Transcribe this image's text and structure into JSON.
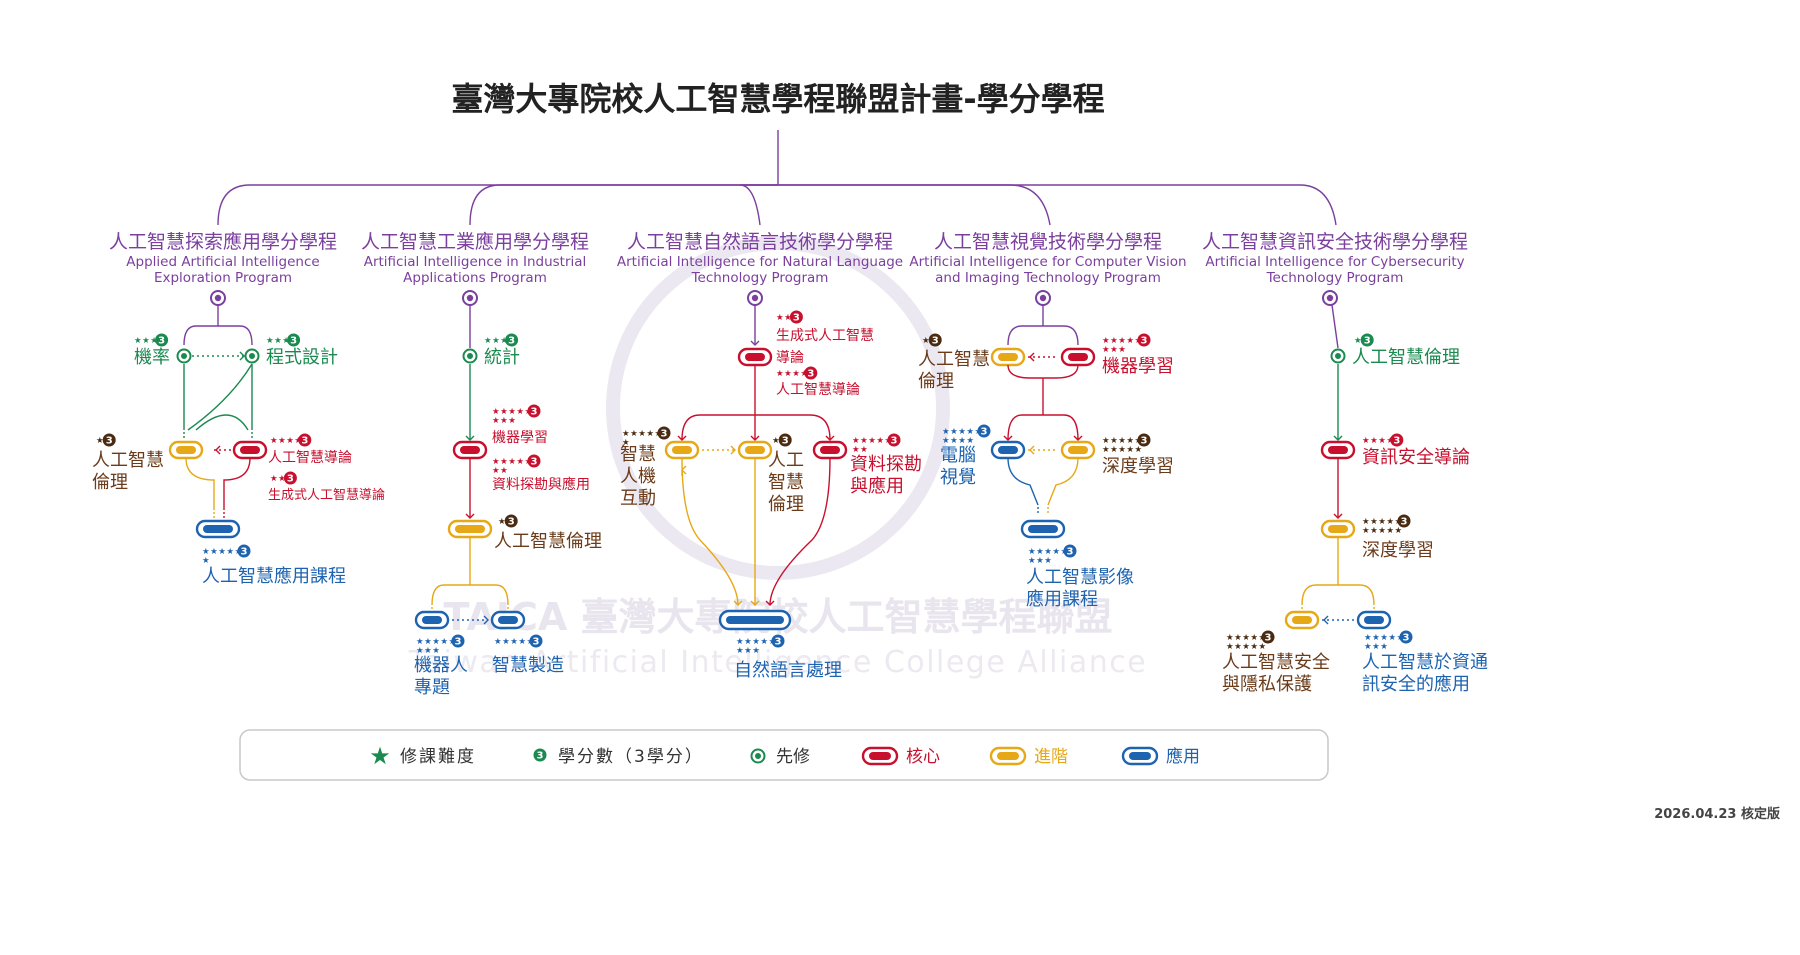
{
  "title": "臺灣大專院校人工智慧學程聯盟計畫-學分學程",
  "version_label": "2026.04.23 核定版",
  "watermark": {
    "line1": "TAICA 臺灣大專院校人工智慧學程聯盟",
    "line2": "Taiwan Artificial Intelligence College Alliance"
  },
  "colors": {
    "purple": "#7b3f9e",
    "green": "#1a8a4f",
    "core": "#c8102e",
    "advanced": "#e6a817",
    "applied": "#1e63b0",
    "brown": "#6b3b1a",
    "star": "#4a2a10",
    "grey_line": "#b8b8b8"
  },
  "programs": [
    {
      "title": "人工智慧探索應用學分學程",
      "en1": "Applied Artificial Intelligence",
      "en2": "Exploration Program",
      "courses": [
        {
          "id": "p1-prob",
          "name": "機率",
          "stars": "★★★",
          "credits": "3",
          "type": "prereq"
        },
        {
          "id": "p1-prog",
          "name": "程式設計",
          "stars": "★★★",
          "credits": "3",
          "type": "prereq"
        },
        {
          "id": "p1-ethics",
          "name_lines": [
            "人工智慧",
            "倫理"
          ],
          "stars": "★",
          "credits": "3",
          "type": "advanced"
        },
        {
          "id": "p1-intro",
          "name": "人工智慧導論",
          "stars": "★★★★",
          "credits": "3",
          "type": "core"
        },
        {
          "id": "p1-genai",
          "name": "生成式人工智慧導論",
          "stars": "★★",
          "credits": "3",
          "type": "core"
        },
        {
          "id": "p1-app",
          "name": "人工智慧應用課程",
          "stars_lines": [
            "★★★★★",
            "★"
          ],
          "credits": "3",
          "type": "applied"
        }
      ]
    },
    {
      "title": "人工智慧工業應用學分學程",
      "en1": "Artificial Intelligence in Industrial",
      "en2": "Applications Program",
      "courses": [
        {
          "id": "p2-stat",
          "name": "統計",
          "stars": "★★★",
          "credits": "3",
          "type": "prereq"
        },
        {
          "id": "p2-ml",
          "name": "機器學習",
          "stars_lines": [
            "★★★★★",
            "★★★"
          ],
          "credits": "3",
          "type": "core"
        },
        {
          "id": "p2-dm",
          "name": "資料探勘與應用",
          "stars_lines": [
            "★★★★★",
            "★★"
          ],
          "credits": "3",
          "type": "core"
        },
        {
          "id": "p2-ethics",
          "name": "人工智慧倫理",
          "stars": "★",
          "credits": "3",
          "type": "advanced"
        },
        {
          "id": "p2-robot",
          "name_lines": [
            "機器人",
            "專題"
          ],
          "stars_lines": [
            "★★★★★",
            "★★★"
          ],
          "credits": "3",
          "type": "applied"
        },
        {
          "id": "p2-smart",
          "name": "智慧製造",
          "stars": "★★★★★",
          "credits": "3",
          "type": "applied"
        }
      ]
    },
    {
      "title": "人工智慧自然語言技術學分學程",
      "en1": "Artificial Intelligence for Natural Language",
      "en2": "Technology Program",
      "courses": [
        {
          "id": "p3-genai",
          "name_lines": [
            "生成式人工智慧",
            "導論"
          ],
          "stars": "★★",
          "credits": "3",
          "type": "core"
        },
        {
          "id": "p3-intro",
          "name": "人工智慧導論",
          "stars": "★★★★",
          "credits": "3",
          "type": "core"
        },
        {
          "id": "p3-hci",
          "name_lines": [
            "智慧",
            "人機",
            "互動"
          ],
          "stars_lines": [
            "★★★★★",
            "★"
          ],
          "credits": "3",
          "type": "advanced"
        },
        {
          "id": "p3-ethics",
          "name_lines": [
            "人工",
            "智慧",
            "倫理"
          ],
          "stars": "★",
          "credits": "3",
          "type": "advanced"
        },
        {
          "id": "p3-dm",
          "name_lines": [
            "資料探勘",
            "與應用"
          ],
          "stars_lines": [
            "★★★★★",
            "★★"
          ],
          "credits": "3",
          "type": "core"
        },
        {
          "id": "p3-nlp",
          "name": "自然語言處理",
          "stars_lines": [
            "★★★★★",
            "★★★"
          ],
          "credits": "3",
          "type": "applied"
        }
      ]
    },
    {
      "title": "人工智慧視覺技術學分學程",
      "en1": "Artificial Intelligence for Computer Vision",
      "en2": "and Imaging Technology Program",
      "courses": [
        {
          "id": "p4-ethics",
          "name_lines": [
            "人工智慧",
            "倫理"
          ],
          "stars": "★",
          "credits": "3",
          "type": "advanced"
        },
        {
          "id": "p4-ml",
          "name": "機器學習",
          "stars_lines": [
            "★★★★★",
            "★★★"
          ],
          "credits": "3",
          "type": "core"
        },
        {
          "id": "p4-cv",
          "name_lines": [
            "電腦",
            "視覺"
          ],
          "stars_lines": [
            "★★★★★",
            "★★★★"
          ],
          "credits": "3",
          "type": "applied"
        },
        {
          "id": "p4-dl",
          "name": "深度學習",
          "stars_lines": [
            "★★★★★",
            "★★★★★"
          ],
          "credits": "3",
          "type": "advanced"
        },
        {
          "id": "p4-img",
          "name_lines": [
            "人工智慧影像",
            "應用課程"
          ],
          "stars_lines": [
            "★★★★★",
            "★★★"
          ],
          "credits": "3",
          "type": "applied"
        }
      ]
    },
    {
      "title": "人工智慧資訊安全技術學分學程",
      "en1": "Artificial Intelligence for Cybersecurity",
      "en2": "Technology Program",
      "courses": [
        {
          "id": "p5-ethics",
          "name": "人工智慧倫理",
          "stars": "★",
          "credits": "3",
          "type": "prereq"
        },
        {
          "id": "p5-sec",
          "name": "資訊安全導論",
          "stars": "★★★★",
          "credits": "3",
          "type": "core"
        },
        {
          "id": "p5-dl",
          "name": "深度學習",
          "stars_lines": [
            "★★★★★",
            "★★★★★"
          ],
          "credits": "3",
          "type": "advanced"
        },
        {
          "id": "p5-priv",
          "name_lines": [
            "人工智慧安全",
            "與隱私保護"
          ],
          "stars_lines": [
            "★★★★★",
            "★★★★★"
          ],
          "credits": "3",
          "type": "advanced"
        },
        {
          "id": "p5-ict",
          "name_lines": [
            "人工智慧於資通",
            "訊安全的應用"
          ],
          "stars_lines": [
            "★★★★★",
            "★★★"
          ],
          "credits": "3",
          "type": "applied"
        }
      ]
    }
  ],
  "legend": {
    "difficulty": "修課難度",
    "credits_badge": "3",
    "credits_label": "學分數（3學分）",
    "prereq": "先修",
    "core": "核心",
    "advanced": "進階",
    "applied": "應用"
  }
}
